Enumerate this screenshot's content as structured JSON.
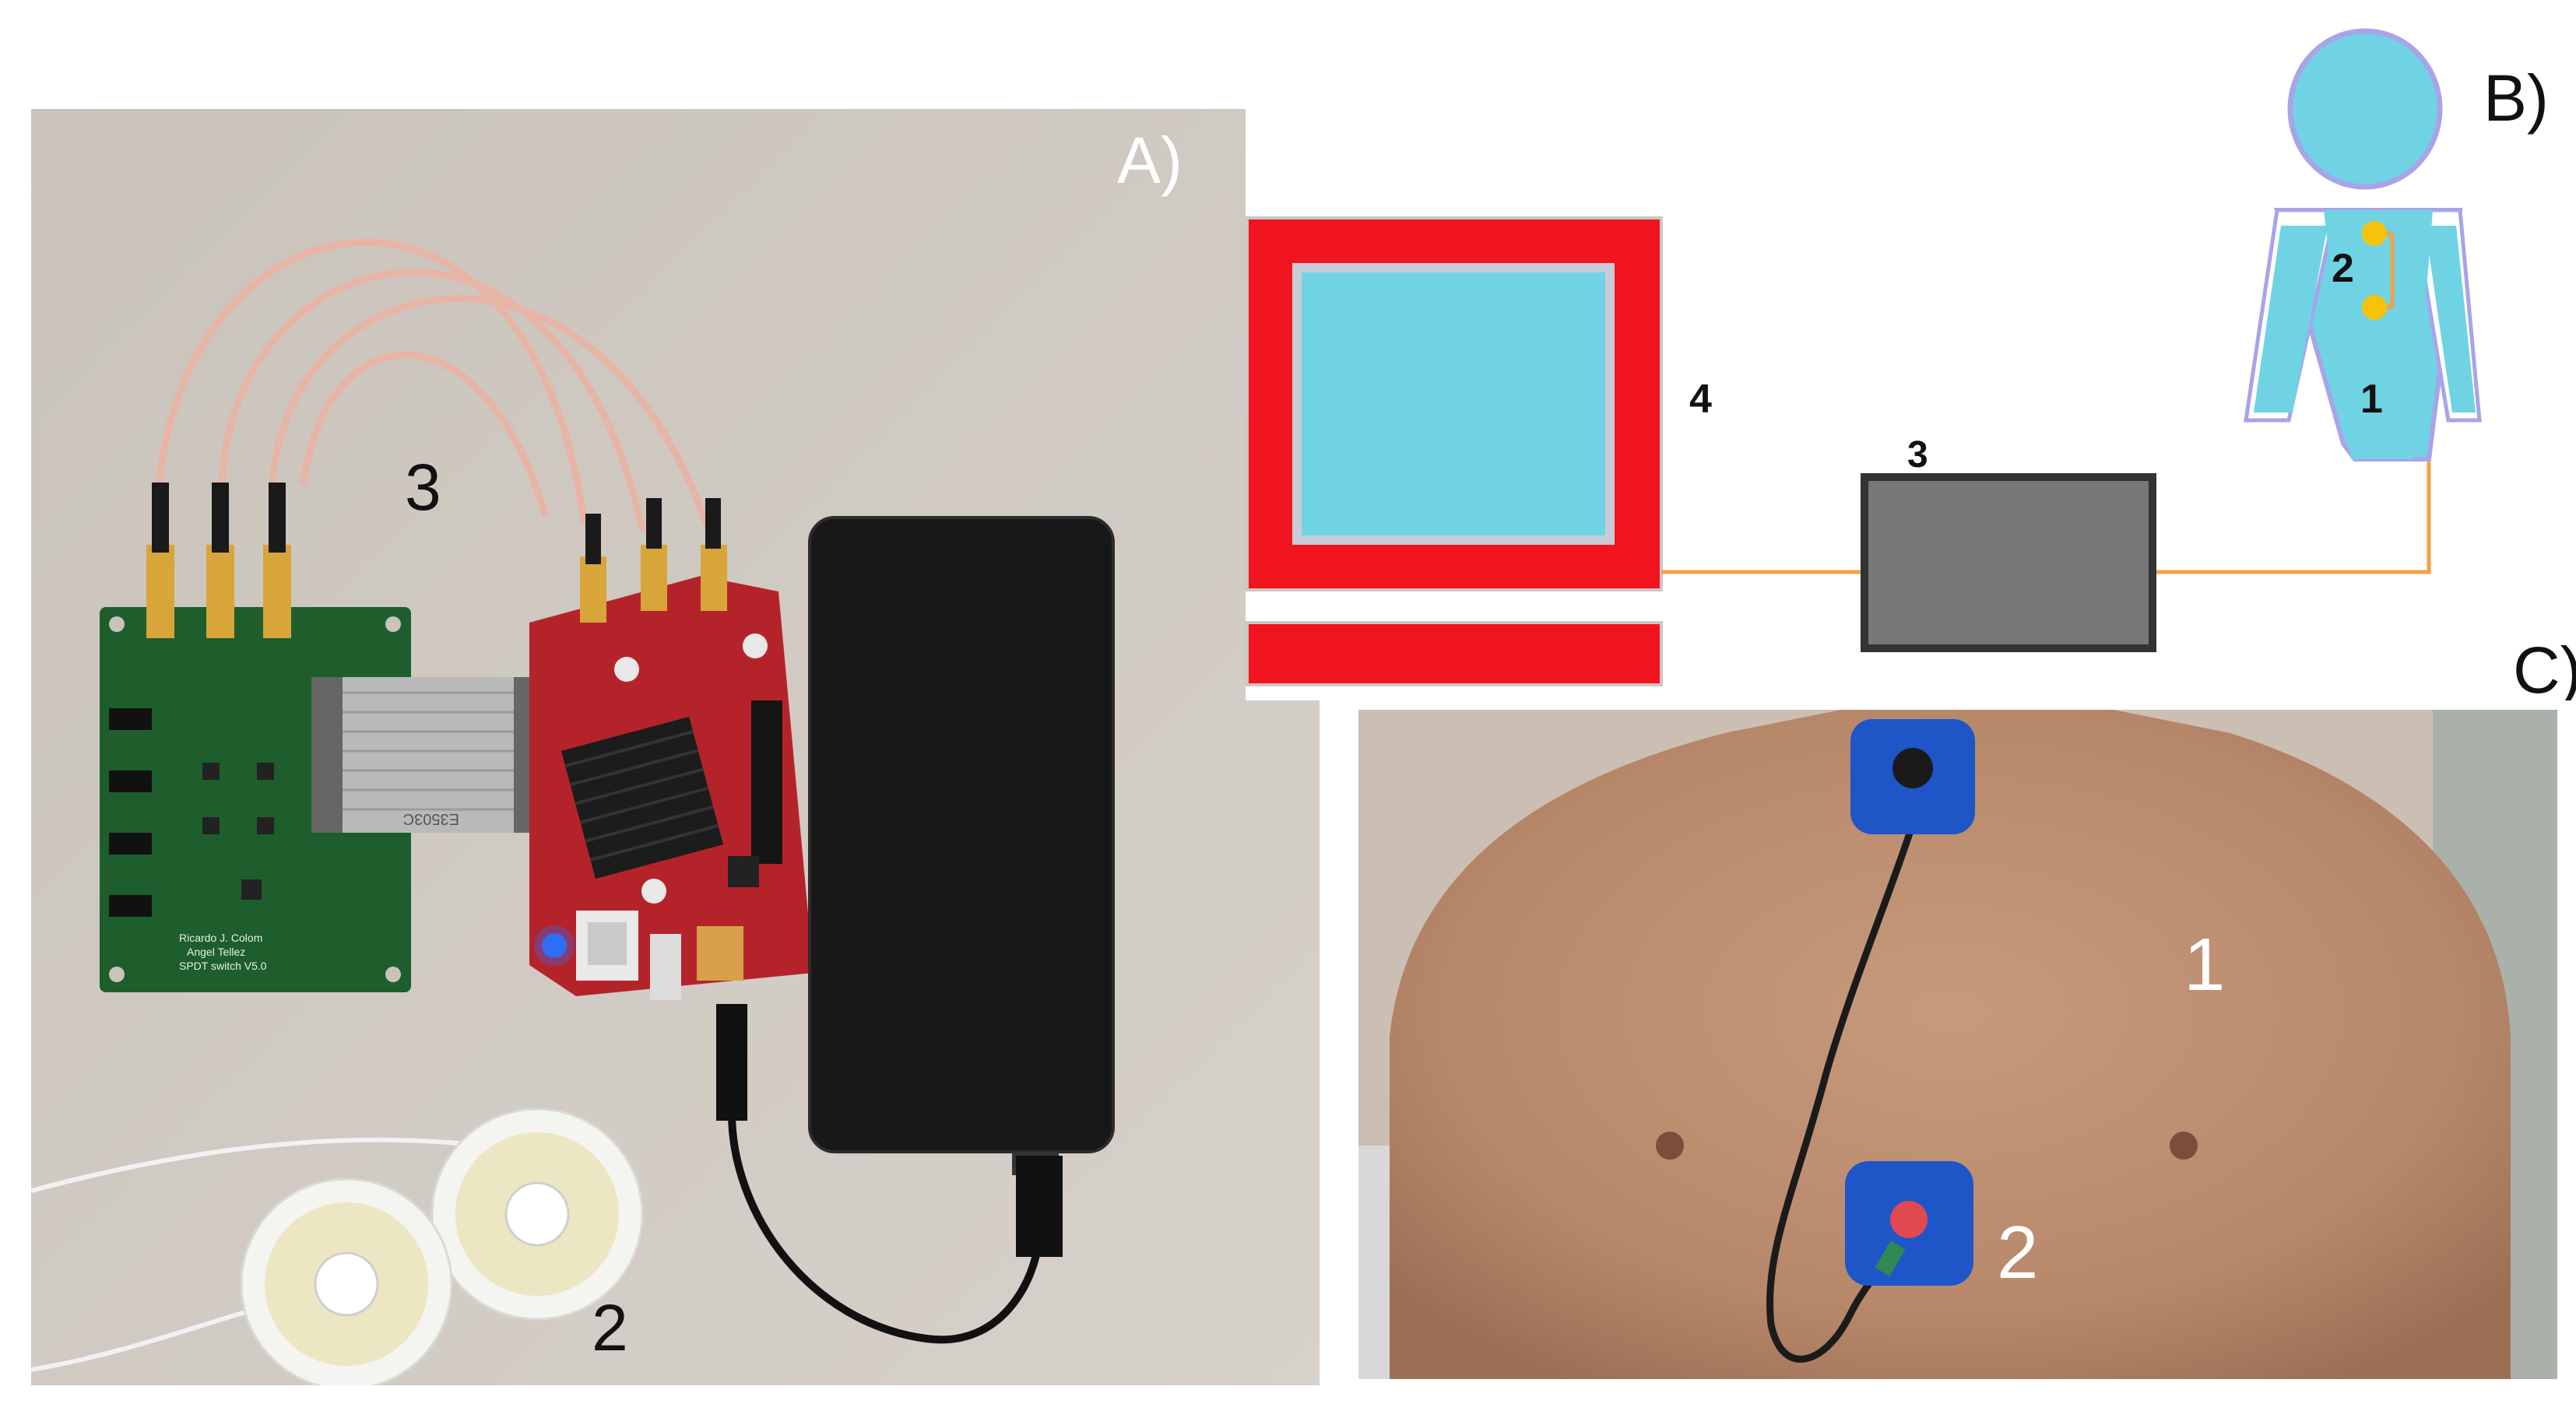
{
  "panels": {
    "a": {
      "letter": "A)",
      "number_labels": [
        "3",
        "2"
      ],
      "pcb_text": [
        "Ricardo J. Colom",
        "Angel Tellez",
        "SPDT switch V5.0"
      ],
      "ribbon_text": "E3503C"
    },
    "b": {
      "letter": "B)",
      "number_labels": [
        "4",
        "3",
        "2",
        "1"
      ]
    },
    "c": {
      "letter": "C)",
      "number_labels": [
        "1",
        "2"
      ]
    }
  },
  "colors": {
    "cyan": "#6fd3e4",
    "red": "#f0141e",
    "cable_orange": "#f5a04a",
    "electrode_yellow": "#f7c20a",
    "device_gray": "#777777",
    "pad_blue": "#1e56c8",
    "pcb_green": "#1d5e2c",
    "redpitaya_red": "#b5232a",
    "powerbank_black": "#181818"
  }
}
